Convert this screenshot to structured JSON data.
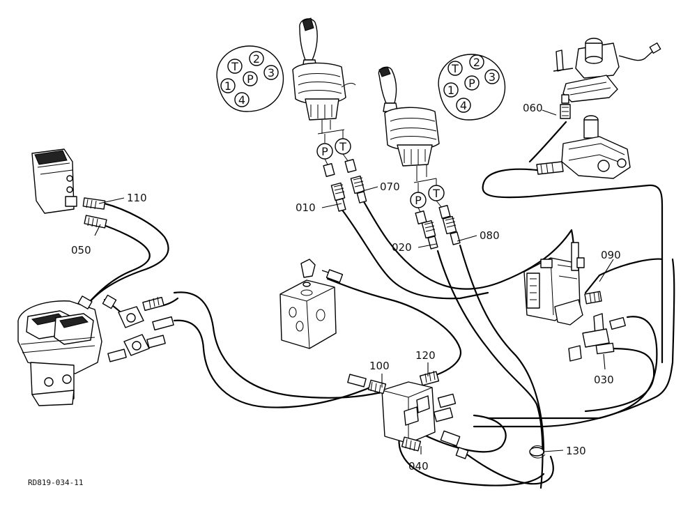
{
  "drawing_code": "RD819-034-11",
  "ports_left": [
    "T",
    "2",
    "P",
    "3",
    "1",
    "4"
  ],
  "ports_right": [
    "T",
    "2",
    "P",
    "3",
    "1",
    "4"
  ],
  "joystick_left_ports": [
    "P",
    "T"
  ],
  "joystick_right_ports": [
    "P",
    "T"
  ],
  "callouts": {
    "c010": "010",
    "c020": "020",
    "c030": "030",
    "c040": "040",
    "c050": "050",
    "c060": "060",
    "c070": "070",
    "c080": "080",
    "c090": "090",
    "c100": "100",
    "c110": "110",
    "c120": "120",
    "c130": "130"
  }
}
